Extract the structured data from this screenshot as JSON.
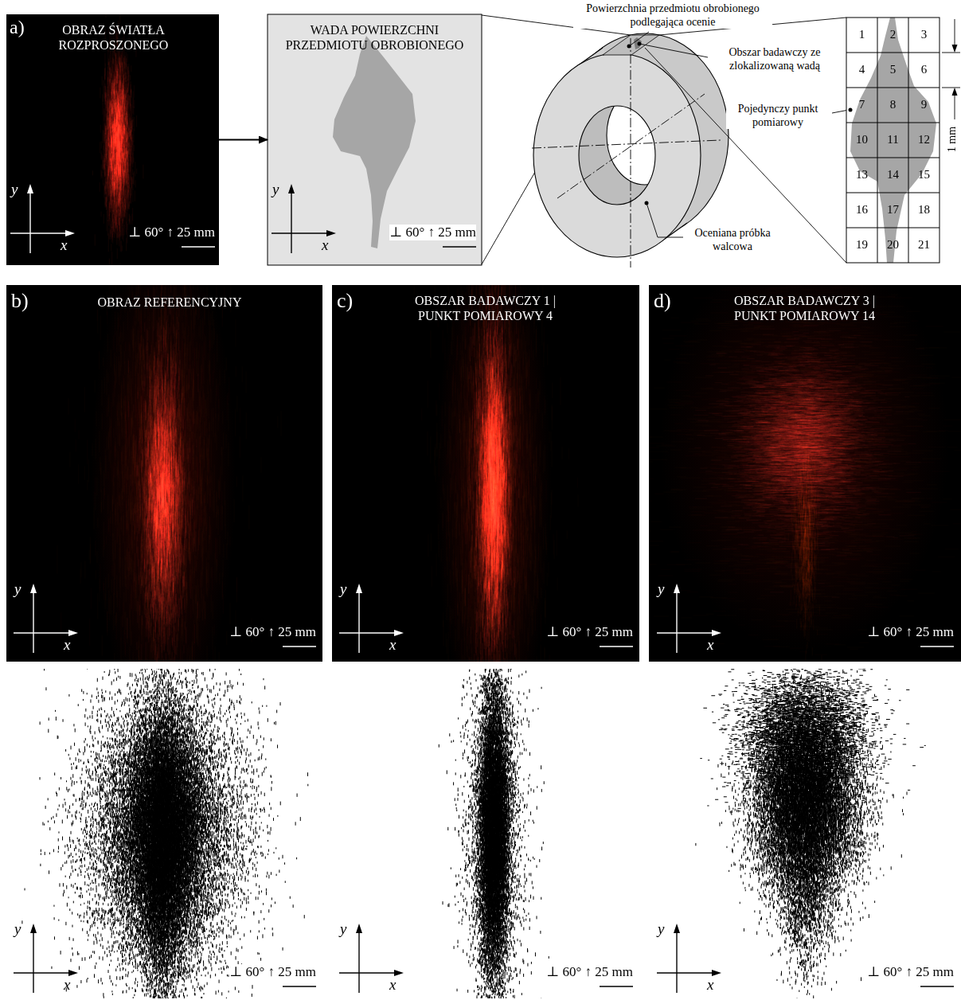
{
  "diagram": {
    "nodes": [
      {
        "text": [
          "a)",
          "OBRAZ ŚWIATŁA ROZPROSZONEGO"
        ]
      },
      {
        "text": [
          "WADA POWIERZCHNI PRZEDMIOTU OBROBIONEGO"
        ]
      },
      {
        "text": [
          "b)",
          "OBRAZ REFERENCYJNY"
        ]
      },
      {
        "text": [
          "c)",
          "OBSZAR BADAWCZY 1 | PUNKT POMIAROWY 4"
        ]
      },
      {
        "text": [
          "d)",
          "OBSZAR BADAWCZY 3 | PUNKT POMIAROWY 14"
        ]
      }
    ],
    "edges": [
      {
        "from": 0,
        "to": 1,
        "arrow": "to"
      }
    ],
    "labels": [
      "y",
      "x",
      "⊥ 60° ↑ 25 mm",
      "y",
      "x",
      "⊥ 60° ↑ 25 mm",
      "Powierzchnia przedmiotu obrobionego podlegająca ocenie",
      "Obszar badawczy ze zlokalizowaną wadą",
      "Pojedynczy punkt pomiarowy",
      "Oceniana próbka walcowa",
      "1",
      "2",
      "3",
      "4",
      "5",
      "6",
      "7",
      "8",
      "9",
      "10",
      "11",
      "12",
      "13",
      "14",
      "15",
      "16",
      "17",
      "18",
      "19",
      "20",
      "21",
      "1 mm",
      "y",
      "x",
      "⊥ 60° ↑ 25 mm",
      "y",
      "x",
      "⊥ 60° ↑ 25 mm",
      "y",
      "x",
      "⊥ 60° ↑ 25 mm",
      "y",
      "x",
      "⊥ 60° ↑ 25 mm",
      "y",
      "x",
      "⊥ 60° ↑ 25 mm",
      "y",
      "x",
      "⊥ 60° ↑ 25 mm"
    ]
  }
}
